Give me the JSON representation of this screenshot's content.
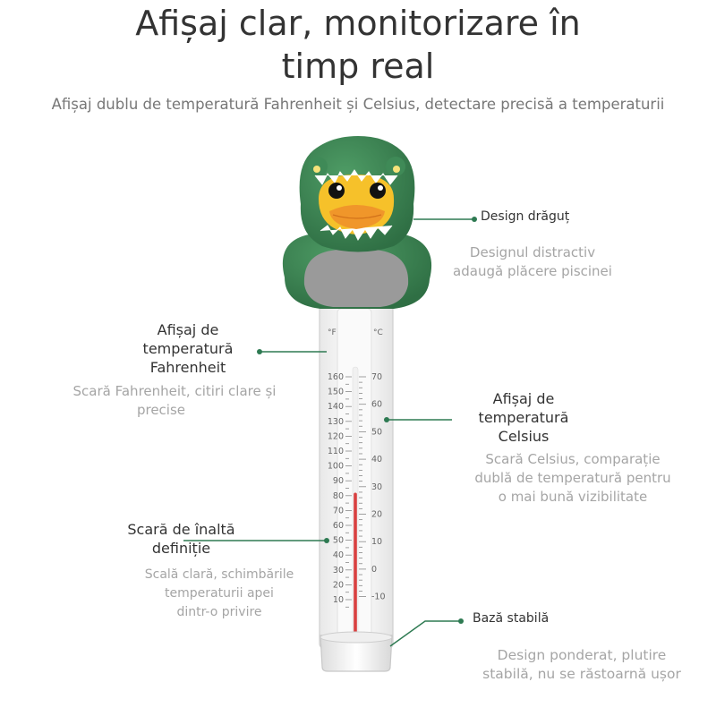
{
  "title_line1": "Afișaj clar, monitorizare în",
  "title_line2": "timp real",
  "subtitle": "Afișaj dublu de temperatură Fahrenheit și Celsius, detectare precisă a temperaturii",
  "callouts": {
    "design": {
      "label": "Design drăguț",
      "desc_line1": "Designul distractiv",
      "desc_line2": "adaugă plăcere piscinei"
    },
    "fahrenheit": {
      "label_line1": "Afișaj de",
      "label_line2": "temperatură",
      "label_line3": "Fahrenheit",
      "desc_line1": "Scară Fahrenheit, citiri clare și",
      "desc_line2": "precise"
    },
    "celsius": {
      "label_line1": "Afișaj de",
      "label_line2": "temperatură",
      "label_line3": "Celsius",
      "desc_line1": "Scară Celsius, comparație",
      "desc_line2": "dublă de temperatură pentru",
      "desc_line3": "o mai bună vizibilitate"
    },
    "scale": {
      "label_line1": "Scară de înaltă",
      "label_line2": "definiție",
      "desc_line1": "Scală clară, schimbările",
      "desc_line2": "temperaturii apei",
      "desc_line3": "dintr-o privire"
    },
    "base": {
      "label": "Bază stabilă",
      "desc_line1": "Design ponderat, plutire",
      "desc_line2": "stabilă, nu se răstoarnă ușor"
    }
  },
  "thermometer": {
    "f_unit": "°F",
    "c_unit": "°C",
    "f_ticks": [
      "160",
      "150",
      "140",
      "130",
      "120",
      "110",
      "100",
      "90",
      "80",
      "70",
      "60",
      "50",
      "40",
      "30",
      "20",
      "10"
    ],
    "c_ticks": [
      "70",
      "60",
      "50",
      "40",
      "30",
      "20",
      "10",
      "0",
      "-10"
    ],
    "reading_fraction": 0.55
  },
  "colors": {
    "accent": "#2e7a52",
    "body_green": "#3f8a57",
    "belly_gray": "#9a9a9a",
    "beak_orange": "#f0962a",
    "face_yellow": "#f6c12a",
    "mercury_red": "#d94040"
  },
  "icons": [
    "duck-crocodile-mascot",
    "thermometer"
  ]
}
